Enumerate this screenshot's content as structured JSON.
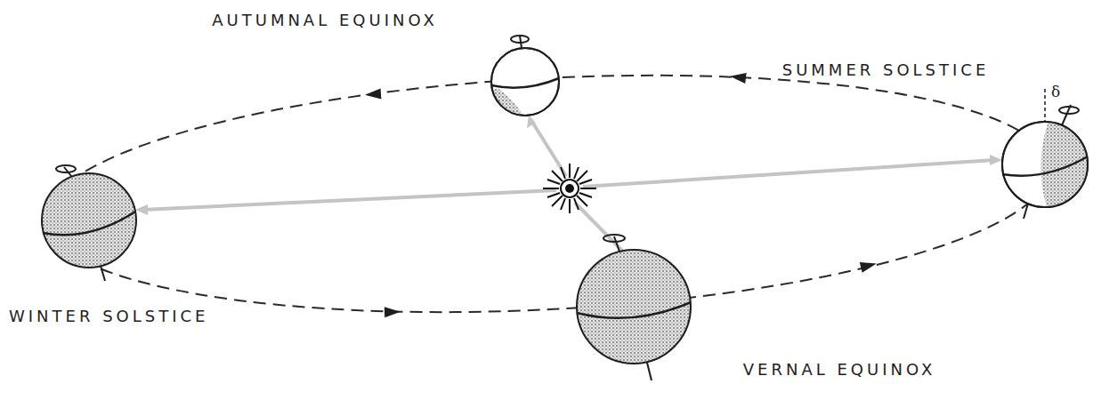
{
  "diagram": {
    "labels": [
      "AUTUMNAL EQUINOX",
      "SUMMER SOLSTICE",
      "δ",
      "WINTER SOLSTICE",
      "VERNAL EQUINOX"
    ]
  }
}
